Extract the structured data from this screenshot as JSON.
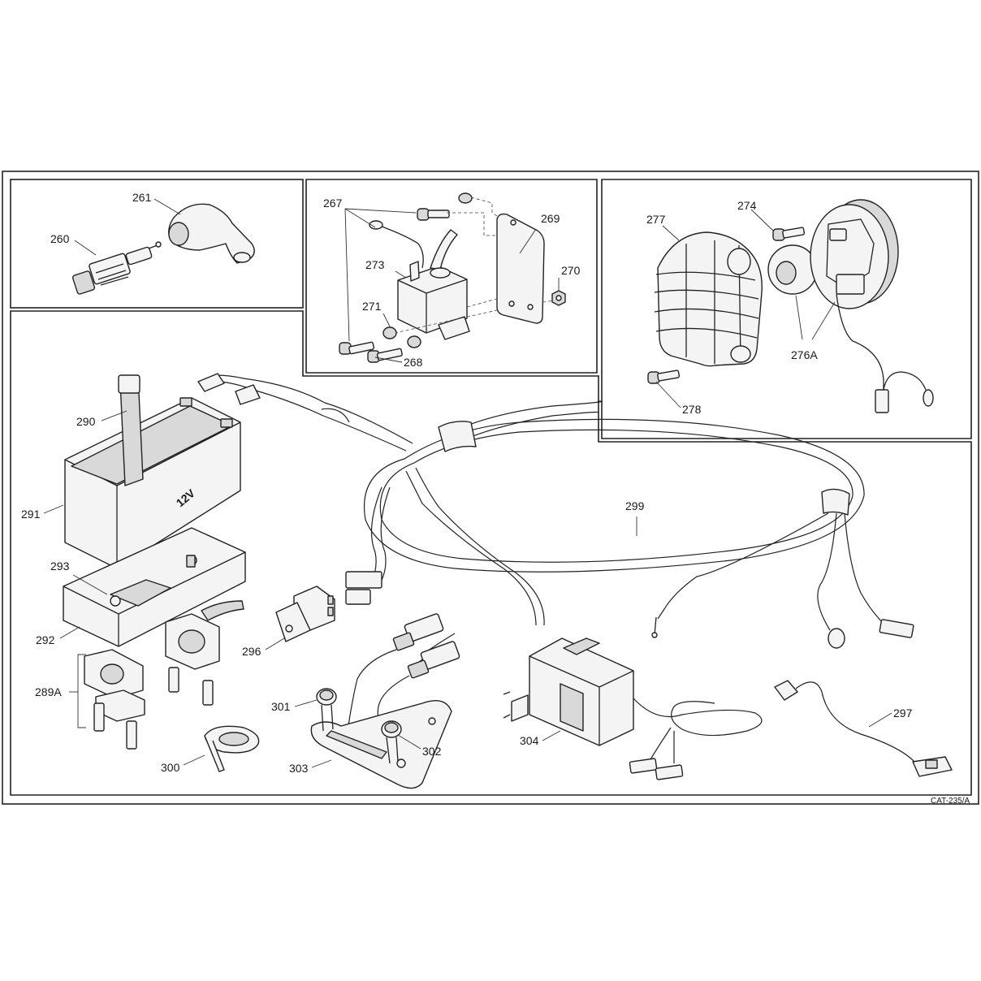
{
  "diagram": {
    "panels": [
      "spark-plug-group",
      "ignition-coil-group",
      "flywheel-group",
      "wiring-main-group"
    ],
    "labels": {
      "p260": "260",
      "p261": "261",
      "p267": "267",
      "p268": "268",
      "p269": "269",
      "p270": "270",
      "p271": "271",
      "p273": "273",
      "p274": "274",
      "p276a": "276A",
      "p277": "277",
      "p278": "278",
      "p289a": "289A",
      "p290": "290",
      "p291": "291",
      "p292": "292",
      "p293": "293",
      "p296": "296",
      "p297": "297",
      "p299": "299",
      "p300": "300",
      "p301": "301",
      "p302": "302",
      "p303": "303",
      "p304": "304"
    },
    "battery_text": "12V",
    "catalog_ref": "CAT-235/A"
  }
}
